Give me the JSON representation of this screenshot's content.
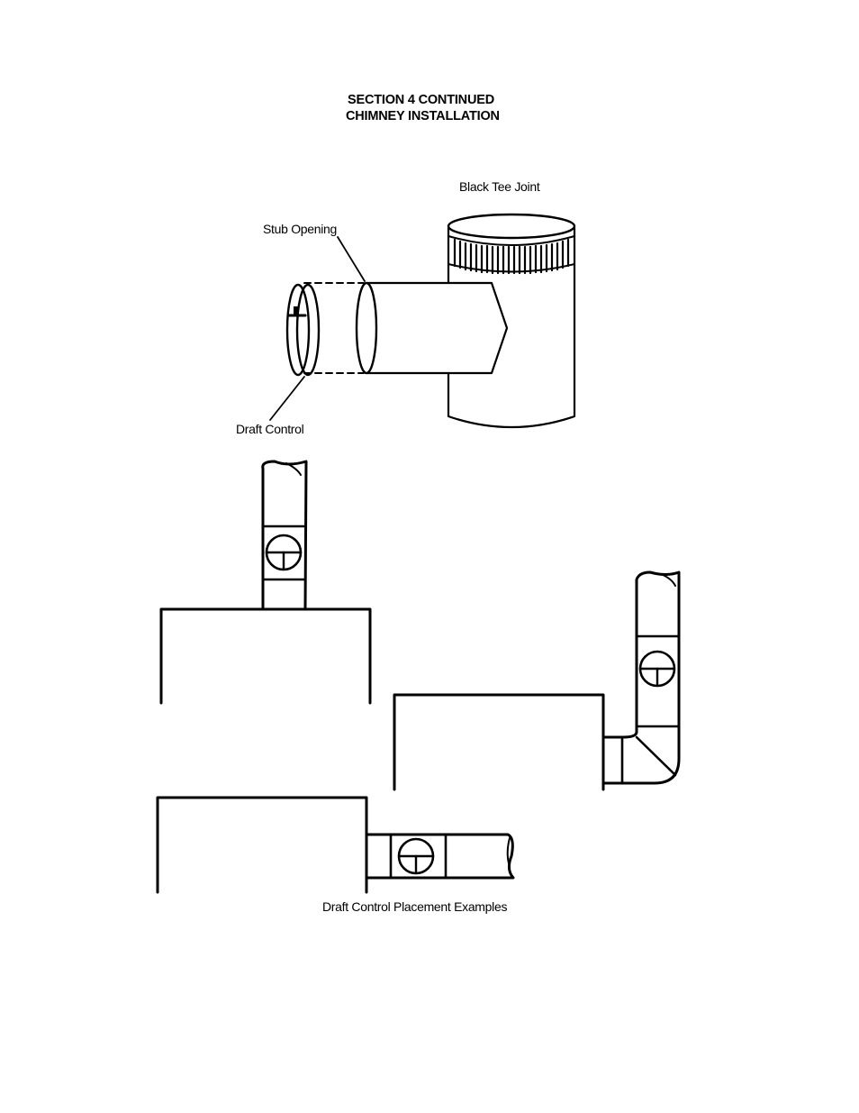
{
  "section_title": "SECTION 4 CONTINUED",
  "section_subtitle": "CHIMNEY INSTALLATION",
  "labels": {
    "black_tee_joint": "Black Tee Joint",
    "stub_opening": "Stub Opening",
    "draft_control": "Draft Control",
    "placement_caption": "Draft Control Placement Examples"
  },
  "colors": {
    "ink": "#000000",
    "paper": "#ffffff"
  }
}
